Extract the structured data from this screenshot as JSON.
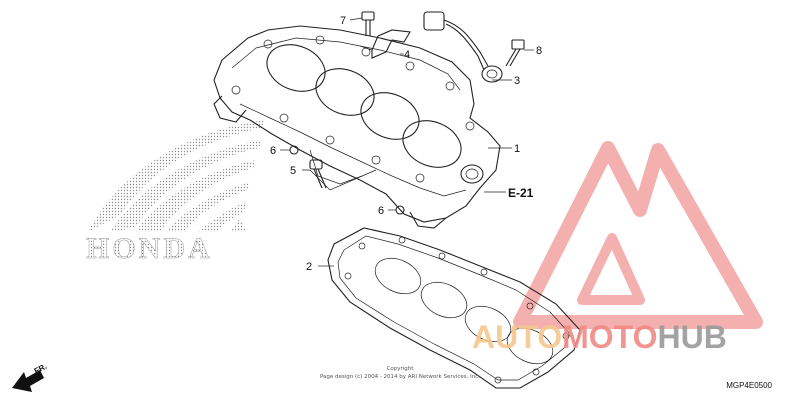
{
  "diagram": {
    "brand_logo_text": "HONDA",
    "callouts": {
      "c1": "1",
      "c2": "2",
      "c3": "3",
      "c4": "4",
      "c5": "5",
      "c6a": "6",
      "c6b": "6",
      "c7": "7",
      "c8": "8"
    },
    "reference": "E-21",
    "direction_label": "FR.",
    "copyright_title": "Copyright",
    "copyright_line": "Page design (c) 2004 - 2014 by ARI Network Services, Inc.",
    "diagram_code": "MGP4E0500",
    "watermark": {
      "part1": "AUTO",
      "part2": "MOTO",
      "part3": "HUB"
    }
  },
  "colors": {
    "line": "#222222",
    "watermark_orange": "#f6c88f",
    "watermark_red": "#f08a86",
    "watermark_gray": "#9a9a9a"
  }
}
